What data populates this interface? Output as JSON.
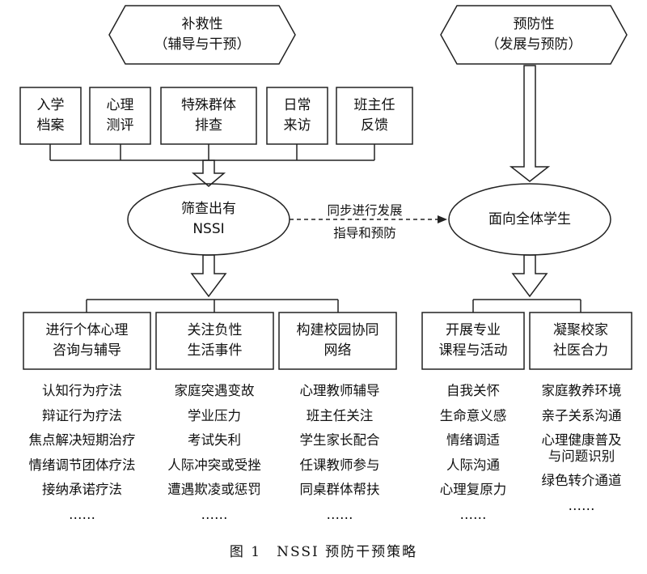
{
  "top_left": {
    "line1": "补救性",
    "line2": "（辅导与干预）"
  },
  "top_right": {
    "line1": "预防性",
    "line2": "（发展与预防）"
  },
  "sources": [
    {
      "line1": "入学",
      "line2": "档案"
    },
    {
      "line1": "心理",
      "line2": "测评"
    },
    {
      "line1": "特殊群体",
      "line2": "排查"
    },
    {
      "line1": "日常",
      "line2": "来访"
    },
    {
      "line1": "班主任",
      "line2": "反馈"
    }
  ],
  "ellipse_left": {
    "line1": "筛查出有",
    "line2": "NSSI"
  },
  "ellipse_right": {
    "line1": "面向全体学生"
  },
  "dashed_arrow": {
    "line1": "同步进行发展",
    "line2": "指导和预防"
  },
  "categories": [
    {
      "line1": "进行个体心理",
      "line2": "咨询与辅导",
      "items": [
        "认知行为疗法",
        "辩证行为疗法",
        "焦点解决短期治疗",
        "情绪调节团体疗法",
        "接纳承诺疗法",
        "……"
      ]
    },
    {
      "line1": "关注负性",
      "line2": "生活事件",
      "items": [
        "家庭突遇变故",
        "学业压力",
        "考试失利",
        "人际冲突或受挫",
        "遭遇欺凌或惩罚",
        "……"
      ]
    },
    {
      "line1": "构建校园协同",
      "line2": "网络",
      "items": [
        "心理教师辅导",
        "班主任关注",
        "学生家长配合",
        "任课教师参与",
        "同桌群体帮扶",
        "……"
      ]
    },
    {
      "line1": "开展专业",
      "line2": "课程与活动",
      "items": [
        "自我关怀",
        "生命意义感",
        "情绪调适",
        "人际沟通",
        "心理复原力",
        "……"
      ]
    },
    {
      "line1": "凝聚校家",
      "line2": "社医合力",
      "items": [
        "家庭教养环境",
        "亲子关系沟通",
        "心理健康普及\n与问题识别",
        "绿色转介通道",
        "……"
      ]
    }
  ],
  "caption": "图 1　NSSI 预防干预策略"
}
